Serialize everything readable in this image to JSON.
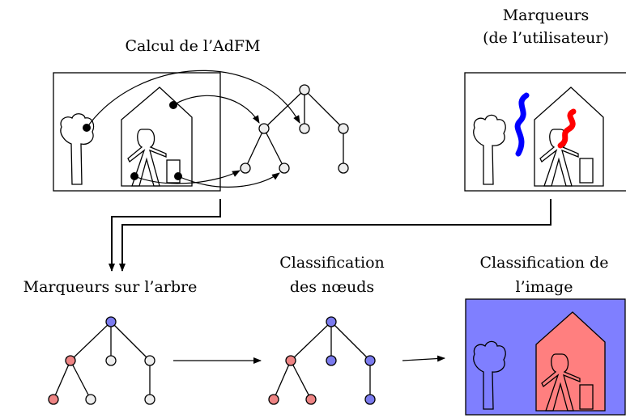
{
  "labels": {
    "calcul": "Calcul de l’AdFM",
    "marqueurs_line1": "Marqueurs",
    "marqueurs_line2": "(de l’utilisateur)",
    "marqueurs_arbre": "Marqueurs sur l’arbre",
    "classif_noeuds_line1": "Classification",
    "classif_noeuds_line2": "des nœuds",
    "classif_image_line1": "Classification de",
    "classif_image_line2": "l’image"
  },
  "colors": {
    "marker_red": "#ff0000",
    "marker_blue": "#0000ff",
    "node_red": "#ee8484",
    "node_blue": "#7b7bee",
    "node_white": "#eeeeee",
    "node_black": "#000000",
    "image_bg": "#7f7fff",
    "house_fill": "#ff7f7f"
  }
}
